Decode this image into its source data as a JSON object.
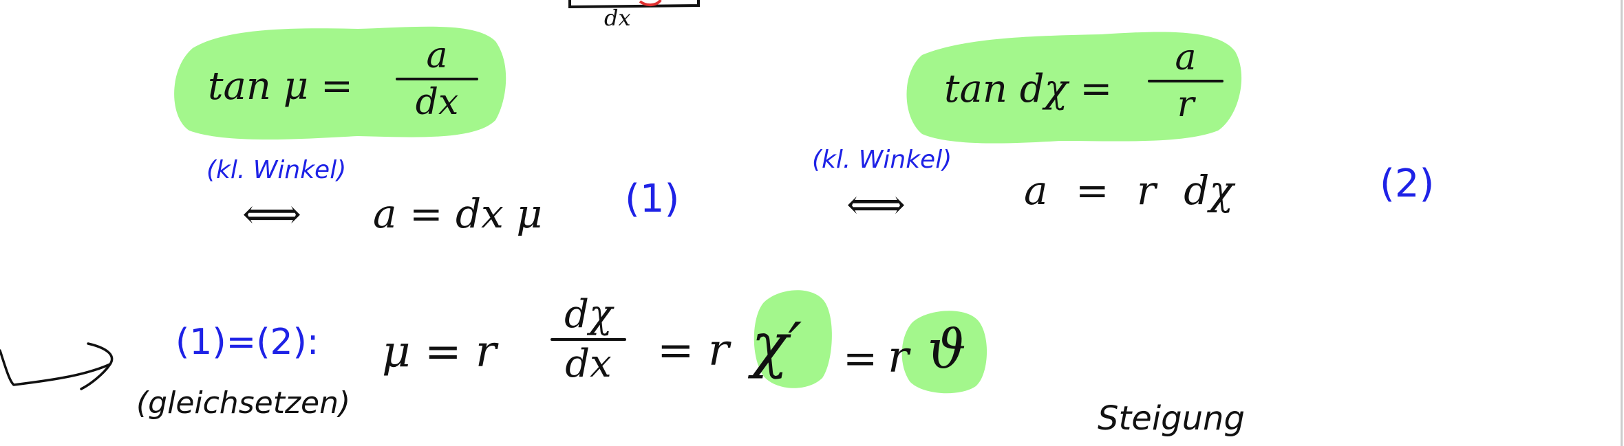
{
  "colors": {
    "ink": "#111111",
    "blue_ink": "#1e22e6",
    "highlight": "#a3f78c",
    "top_marker": "#e03030"
  },
  "top_fragment": {
    "label": "dx"
  },
  "eq_left_boxed": {
    "lhs": "tan μ =",
    "num": "a",
    "den": "dx"
  },
  "eq_right_boxed": {
    "lhs": "tan dχ =",
    "num": "a",
    "den": "r"
  },
  "row2": {
    "note_left": "(kl. Winkel)",
    "arrow_left": "⟺",
    "eq_left": "a = dx μ",
    "tag_left": "(1)",
    "note_right": "(kl. Winkel)",
    "arrow_right": "⟺",
    "eq_right": "a = r dχ",
    "tag_right": "(2)"
  },
  "row3": {
    "combine": "(1)=(2):",
    "combine_note": "(gleichsetzen)",
    "lhs": "μ = r",
    "frac_num": "dχ",
    "frac_den": "dx",
    "mid": "= r",
    "chi_prime": "χ′",
    "eq_sign": "=",
    "r2": "r",
    "theta": "ϑ",
    "side_note": "Steigung"
  },
  "icons": {
    "curved_arrow": "curved-arrow-icon",
    "equivalence_arrow": "equivalence-arrow-icon"
  }
}
